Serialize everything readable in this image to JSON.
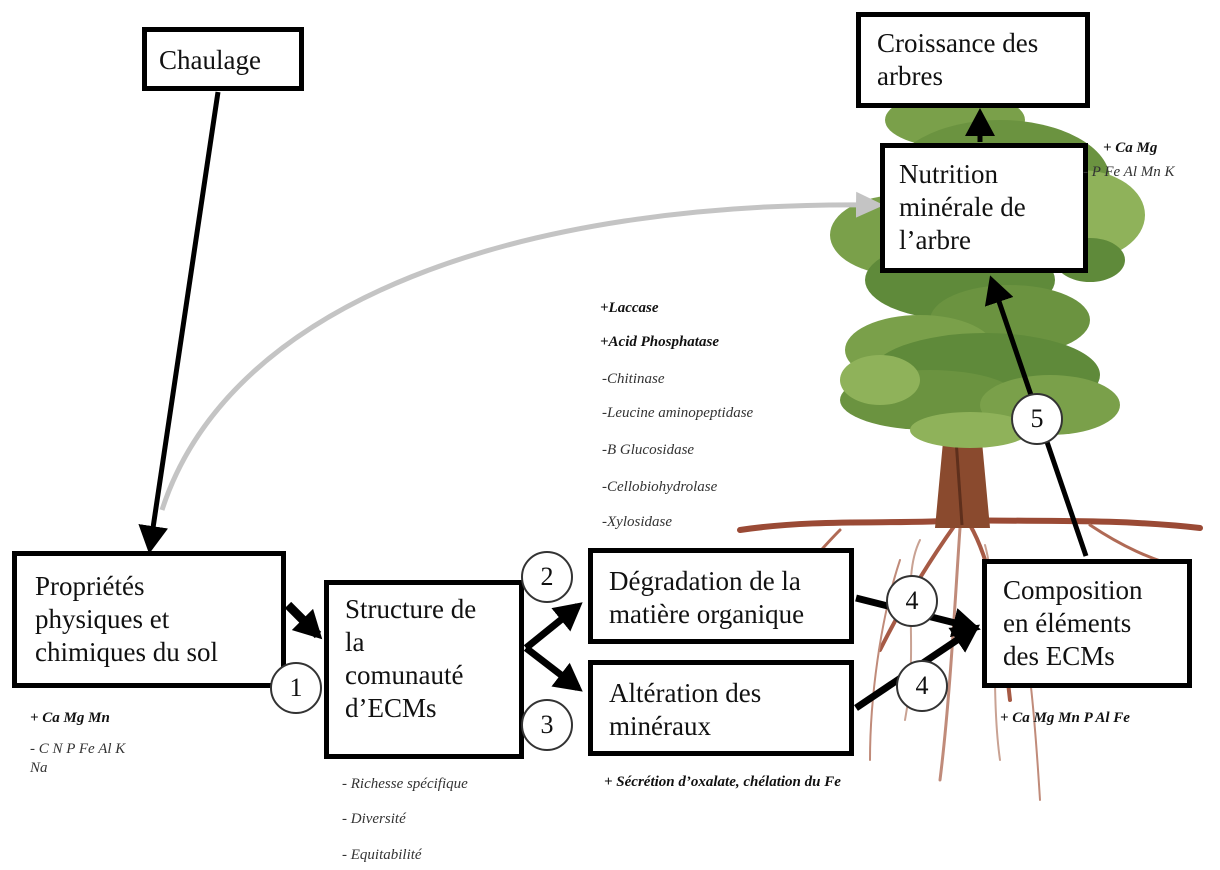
{
  "boxes": {
    "chaulage": "Chaulage",
    "croissance": "Croissance des\narbres",
    "nutrition": "Nutrition\nminérale de\nl’arbre",
    "proprietes": "Propriétés\nphysiques et\nchimiques du sol",
    "structure": "Structure de\nla\ncomunauté\nd’ECMs",
    "degradation": "Dégradation de la\nmatière organique",
    "alteration": "Altération des\nminéraux",
    "composition": "Composition\nen éléments\ndes ECMs"
  },
  "steps": [
    "1",
    "2",
    "3",
    "4",
    "4",
    "5"
  ],
  "notes": {
    "tree_plus": "+ Ca Mg",
    "tree_minus": "- P Fe Al Mn K",
    "enzymes": [
      "+Laccase",
      "+Acid Phosphatase",
      "-Chitinase",
      "-Leucine aminopeptidase",
      "-B Glucosidase",
      "-Cellobiohydrolase",
      "-Xylosidase"
    ],
    "soil_plus": "+ Ca Mg Mn",
    "soil_minus_1": "- C N P Fe Al K",
    "soil_minus_2": "Na",
    "community": [
      "- Richesse spécifique",
      "- Diversité",
      "- Equitabilité"
    ],
    "alteration_note": "+ Sécrétion d’oxalate, chélation du Fe",
    "composition_note": "+ Ca Mg Mn P Al Fe"
  },
  "colors": {
    "foliage": "#5f8a3a",
    "foliage_light": "#8fb25a",
    "trunk": "#8a4a2e",
    "roots": "#9a4a35",
    "feedback_arrow": "#c4c4c4"
  },
  "icons": [
    "tree-illustration",
    "arrow"
  ]
}
